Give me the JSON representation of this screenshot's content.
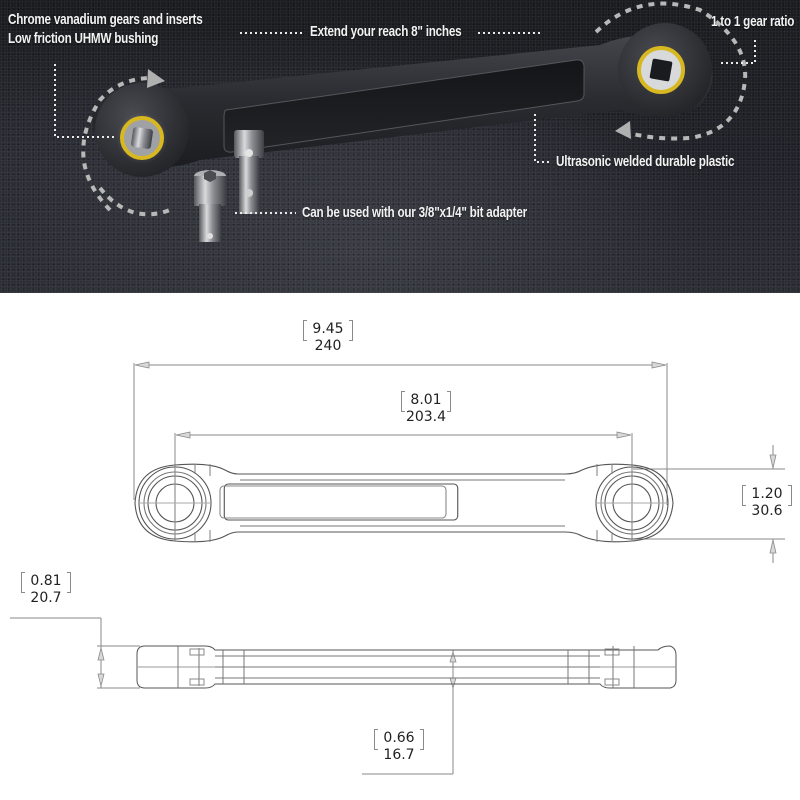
{
  "photo": {
    "callouts": {
      "gears": {
        "line1": "Chrome vanadium gears and inserts",
        "line2": "Low friction UHMW bushing"
      },
      "reach": "Extend your reach 8\" inches",
      "ratio": "1 to 1 gear ratio",
      "plastic": "Ultrasonic welded durable plastic",
      "adapter": "Can be used with our 3/8\"x1/4\" bit adapter"
    },
    "colors": {
      "background": "#1e1f24",
      "wrench_body": "#2b2c30",
      "ring_accent": "#d8b820",
      "callout_text": "#f2f2f2",
      "dotted_line": "#e8e8e8",
      "arrow": "#b0b0b0"
    }
  },
  "drawing": {
    "dimensions": {
      "overall_length": {
        "inches": "9.45",
        "mm": "240"
      },
      "center_distance": {
        "inches": "8.01",
        "mm": "203.4"
      },
      "head_width": {
        "inches": "1.20",
        "mm": "30.6"
      },
      "head_thickness": {
        "inches": "0.81",
        "mm": "20.7"
      },
      "shaft_thickness": {
        "inches": "0.66",
        "mm": "16.7"
      }
    },
    "colors": {
      "line": "#555555",
      "dim_line": "#8a8a8a",
      "text": "#222222"
    }
  }
}
